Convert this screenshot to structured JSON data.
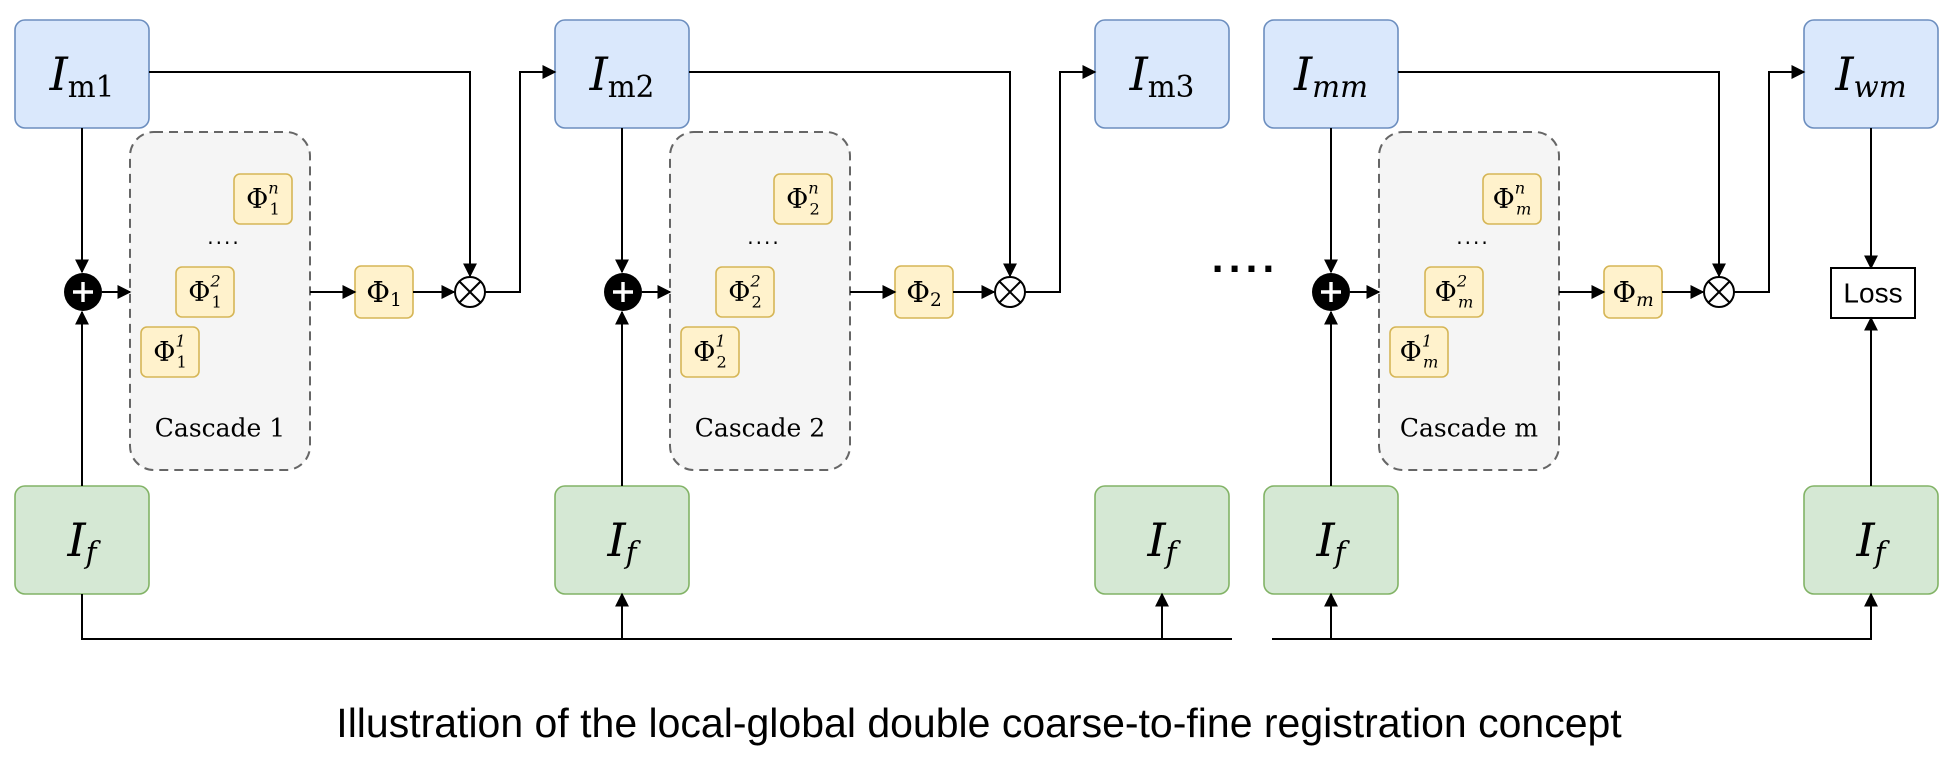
{
  "colors": {
    "moving_fill": "#dae8fc",
    "moving_stroke": "#6c8ebf",
    "fixed_fill": "#d5e8d4",
    "fixed_stroke": "#82b366",
    "field_fill": "#fff2cc",
    "field_stroke": "#d6b656",
    "cascade_fill": "#f5f5f5",
    "cascade_stroke": "#666666"
  },
  "moving_images": [
    {
      "base": "I",
      "sub": "m1"
    },
    {
      "base": "I",
      "sub": "m2"
    },
    {
      "base": "I",
      "sub": "m3"
    },
    {
      "base": "I",
      "sub": "mm"
    },
    {
      "base": "I",
      "sub": "wm"
    }
  ],
  "fixed_image": {
    "base": "I",
    "sub": "f"
  },
  "cascades": [
    {
      "label": "Cascade 1",
      "field_sub": "1",
      "fields": [
        {
          "sup": "1"
        },
        {
          "sup": "2"
        },
        {
          "sup": "n"
        }
      ],
      "output": {
        "base": "Φ",
        "sub": "1"
      }
    },
    {
      "label": "Cascade 2",
      "field_sub": "2",
      "fields": [
        {
          "sup": "1"
        },
        {
          "sup": "2"
        },
        {
          "sup": "n"
        }
      ],
      "output": {
        "base": "Φ",
        "sub": "2"
      }
    },
    {
      "label": "Cascade m",
      "field_sub": "m",
      "fields": [
        {
          "sup": "1"
        },
        {
          "sup": "2"
        },
        {
          "sup": "n"
        }
      ],
      "output": {
        "base": "Φ",
        "sub": "m"
      }
    }
  ],
  "field_symbol": "Φ",
  "inner_dots": "....",
  "between_dots": "....",
  "loss_label": "Loss",
  "caption": "Illustration of the local-global double coarse-to-fine registration concept"
}
